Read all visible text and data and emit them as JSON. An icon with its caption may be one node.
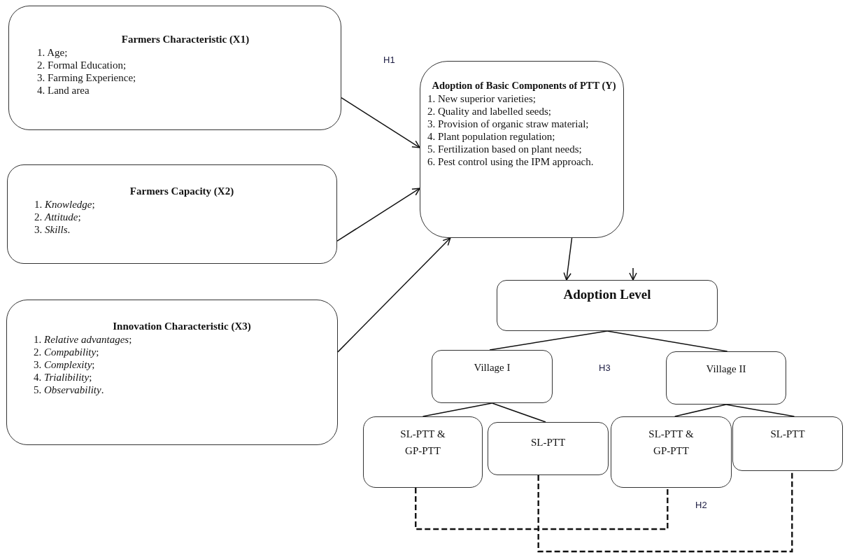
{
  "diagram": {
    "nodes": [
      {
        "text": [
          "Farmers Characteristic (X1)",
          "1.  Age;",
          "2.  Formal Education;",
          "3.  Farming Experience;",
          "4.  Land area"
        ]
      },
      {
        "text": [
          "Farmers Capacity (X2)",
          "1.  *Knowledge*;",
          "2.  *Attitude*;",
          "3.  *Skills*."
        ]
      },
      {
        "text": [
          "Innovation Characteristic (X3)",
          "1.  *Relative advantages*;",
          "2.  *Compability*;",
          "3.  *Complexity*;",
          "4.  *Trialibility*;",
          "5.  *Observability*."
        ]
      },
      {
        "text": [
          "Adoption of Basic Components of PTT (Y)",
          "1. New superior varieties;",
          "2. Quality and labelled seeds;",
          "3. Provision of organic straw material;",
          "4. Plant population regulation;",
          "5. Fertilization based on plant needs;",
          "6. Pest control using the IPM approach."
        ]
      },
      {
        "text": [
          "Adoption Level"
        ]
      },
      {
        "text": [
          "Village I"
        ]
      },
      {
        "text": [
          "Village II"
        ]
      },
      {
        "text": [
          "SL-PTT & GP-PTT"
        ]
      },
      {
        "text": [
          "SL-PTT"
        ]
      },
      {
        "text": [
          "SL-PTT & GP-PTT"
        ]
      },
      {
        "text": [
          "SL-PTT"
        ]
      }
    ],
    "edges": [
      {
        "from": 0,
        "to": 3,
        "arrow": "to"
      },
      {
        "from": 1,
        "to": 3,
        "arrow": "to"
      },
      {
        "from": 2,
        "to": 3,
        "arrow": "to"
      },
      {
        "from": 3,
        "to": 4,
        "arrow": "to"
      },
      {
        "from": null,
        "to": 4,
        "arrow": "to"
      },
      {
        "from": 4,
        "to": 5,
        "arrow": "none"
      },
      {
        "from": 4,
        "to": 6,
        "arrow": "none"
      },
      {
        "from": 5,
        "to": 7,
        "arrow": "none"
      },
      {
        "from": 5,
        "to": 8,
        "arrow": "none"
      },
      {
        "from": 6,
        "to": 9,
        "arrow": "none"
      },
      {
        "from": 6,
        "to": 10,
        "arrow": "none"
      },
      {
        "from": 7,
        "to": 9,
        "arrow": "none",
        "style": "dashed"
      },
      {
        "from": 8,
        "to": 10,
        "arrow": "none",
        "style": "dashed"
      }
    ],
    "labels": [
      "H1",
      "H3",
      "H2"
    ]
  }
}
